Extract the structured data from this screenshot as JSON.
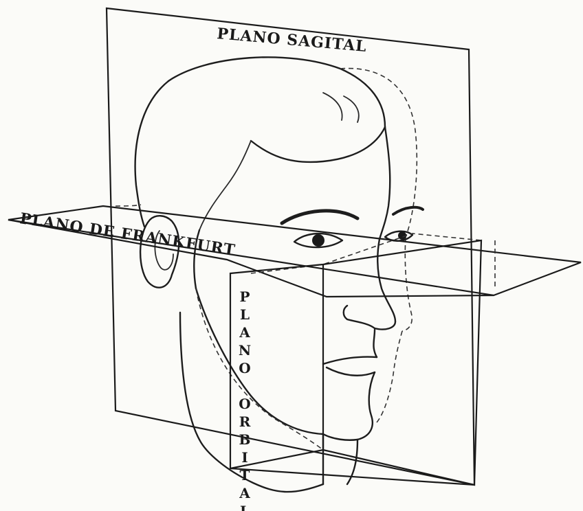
{
  "labels": {
    "sagittal_plane": "PLANO SAGITAL",
    "frankfurt_plane": "PLANO DE FRANKFURT",
    "orbital_plane": "PLANO ORBITAL"
  }
}
